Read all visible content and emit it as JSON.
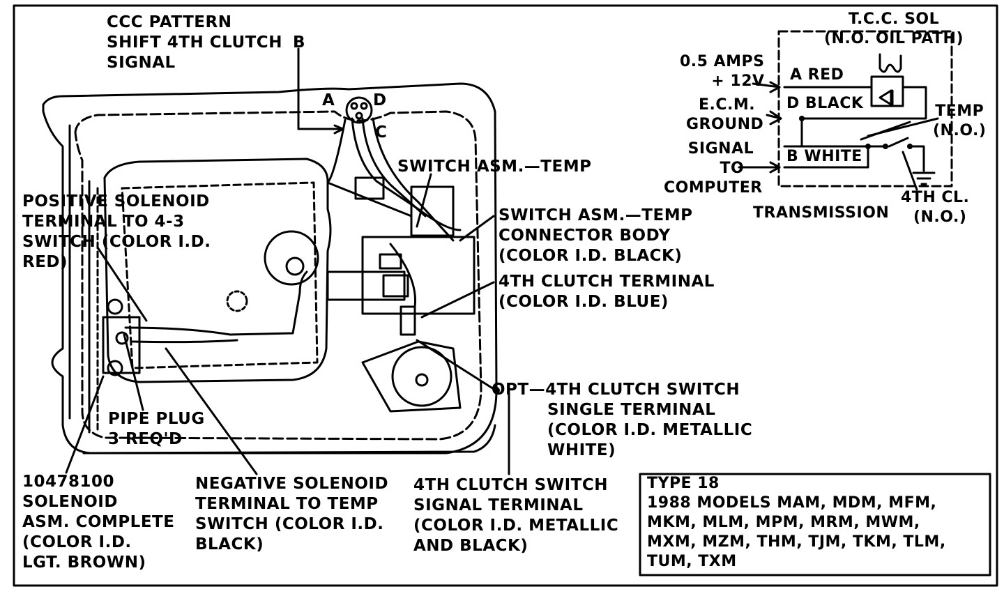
{
  "labels": {
    "ccc_pattern": [
      "CCC PATTERN",
      "SHIFT 4TH CLUTCH",
      "SIGNAL"
    ],
    "ccc_b": "B",
    "pin_a": "A",
    "pin_d": "D",
    "pin_c": "C",
    "switch_temp": "SWITCH ASM.—TEMP",
    "switch_temp_connector": [
      "SWITCH ASM.—TEMP",
      "CONNECTOR BODY",
      "(COLOR I.D. BLACK)"
    ],
    "fourth_clutch_terminal": [
      "4TH CLUTCH TERMINAL",
      "(COLOR I.D. BLUE)"
    ],
    "positive_solenoid": [
      "POSITIVE SOLENOID",
      "TERMINAL TO 4-3",
      "SWITCH (COLOR I.D.",
      "RED)"
    ],
    "opt_switch": [
      "OPT—4TH CLUTCH SWITCH",
      "SINGLE TERMINAL",
      "(COLOR I.D. METALLIC",
      "WHITE)"
    ],
    "pipe_plug": [
      "PIPE PLUG",
      "3 REQ'D"
    ],
    "solenoid_asm": [
      "10478100",
      "SOLENOID",
      "ASM. COMPLETE",
      "(COLOR I.D.",
      "LGT. BROWN)"
    ],
    "negative_solenoid": [
      "NEGATIVE SOLENOID",
      "TERMINAL TO TEMP",
      "SWITCH (COLOR I.D.",
      "BLACK)"
    ],
    "signal_terminal": [
      "4TH CLUTCH SWITCH",
      "SIGNAL TERMINAL",
      "(COLOR I.D. METALLIC",
      "AND BLACK)"
    ]
  },
  "schematic": {
    "tcc_sol": [
      "T.C.C. SOL",
      "(N.O. OIL PATH)"
    ],
    "amps": [
      "0.5 AMPS",
      "+ 12V"
    ],
    "ecm": [
      "E.C.M.",
      "GROUND"
    ],
    "signal": [
      "SIGNAL",
      "TO",
      "COMPUTER"
    ],
    "pin_a_red": "A  RED",
    "pin_d_black": "D  BLACK",
    "pin_b_white": "B  WHITE",
    "temp": [
      "TEMP",
      "(N.O.)"
    ],
    "transmission": "TRANSMISSION",
    "fourth_cl": [
      "4TH CL.",
      "(N.O.)"
    ]
  },
  "type_box": {
    "lines": [
      "TYPE 18",
      "1988 MODELS MAM, MDM, MFM,",
      "MKM, MLM, MPM, MRM, MWM,",
      "MXM, MZM, THM, TJM, TKM, TLM,",
      "TUM, TXM"
    ]
  }
}
